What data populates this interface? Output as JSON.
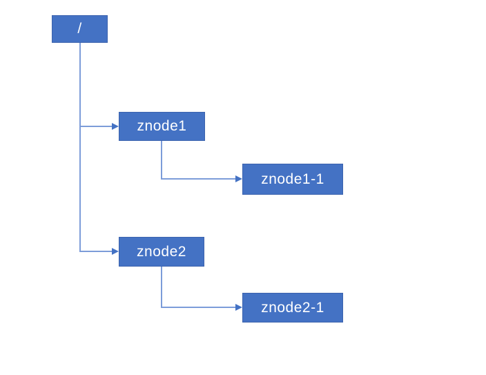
{
  "diagram": {
    "type": "tree",
    "background": "#ffffff",
    "colors": {
      "node_fill": "#4472C4",
      "node_border": "#3B62AD",
      "connector_line": "#7C9CD9",
      "arrowhead": "#4472C4",
      "node_text": "#ffffff"
    },
    "nodes": {
      "root": {
        "label": "/"
      },
      "znode1": {
        "label": "znode1"
      },
      "znode1_1": {
        "label": "znode1-1"
      },
      "znode2": {
        "label": "znode2"
      },
      "znode2_1": {
        "label": "znode2-1"
      }
    },
    "edges": [
      {
        "from": "/",
        "to": "znode1"
      },
      {
        "from": "/",
        "to": "znode2"
      },
      {
        "from": "znode1",
        "to": "znode1-1"
      },
      {
        "from": "znode2",
        "to": "znode2-1"
      }
    ]
  }
}
